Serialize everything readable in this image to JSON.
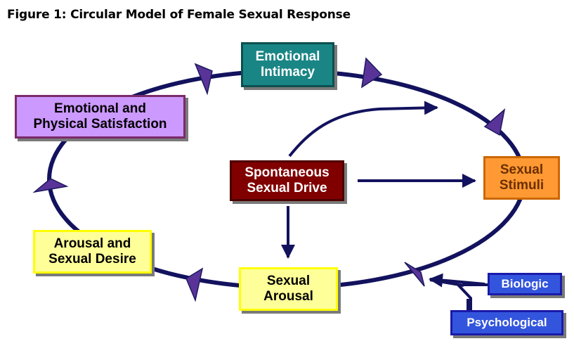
{
  "figure": {
    "title": "Figure 1: Circular Model of Female Sexual Response"
  },
  "nodes": {
    "emotional_intimacy": "Emotional\nIntimacy",
    "satisfaction": "Emotional and\nPhysical Satisfaction",
    "sexual_stimuli": "Sexual\nStimuli",
    "spontaneous_drive": "Spontaneous\nSexual Drive",
    "arousal_desire": "Arousal and\nSexual Desire",
    "sexual_arousal": "Sexual\nArousal",
    "biologic": "Biologic",
    "psychological": "Psychological"
  },
  "colors": {
    "cycle_line": "#12125e",
    "arrowhead": "#5a3399",
    "emotional_intimacy": "#1a8585",
    "satisfaction": "#cc99ff",
    "sexual_stimuli": "#ff9933",
    "spontaneous_drive": "#800000",
    "arousal_boxes": "#ffff99",
    "factor_boxes": "#3355dd"
  }
}
